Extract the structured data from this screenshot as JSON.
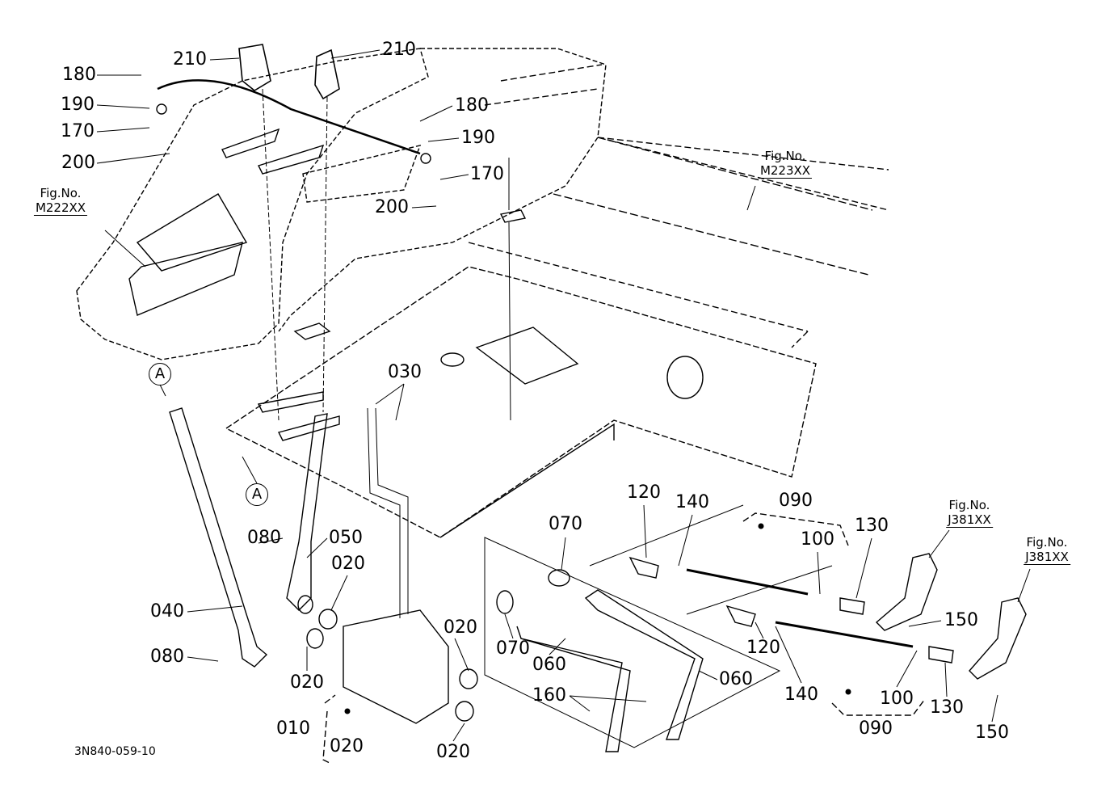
{
  "callouts": [
    "180",
    "210",
    "210",
    "190",
    "170",
    "200",
    "180",
    "190",
    "170",
    "200",
    "030",
    "080",
    "050",
    "020",
    "040",
    "080",
    "020",
    "010",
    "020",
    "020",
    "020",
    "070",
    "070",
    "060",
    "060",
    "160",
    "120",
    "140",
    "090",
    "100",
    "130",
    "150",
    "120",
    "140",
    "100",
    "130",
    "090",
    "150"
  ],
  "fig_refs": [
    {
      "label": "Fig.No.",
      "code": "M222XX"
    },
    {
      "label": "Fig.No.",
      "code": "M223XX"
    },
    {
      "label": "Fig.No.",
      "code": "J381XX"
    },
    {
      "label": "Fig.No.",
      "code": "J381XX"
    }
  ],
  "section_markers": [
    "A",
    "A"
  ],
  "drawing_number": "3N840-059-10"
}
